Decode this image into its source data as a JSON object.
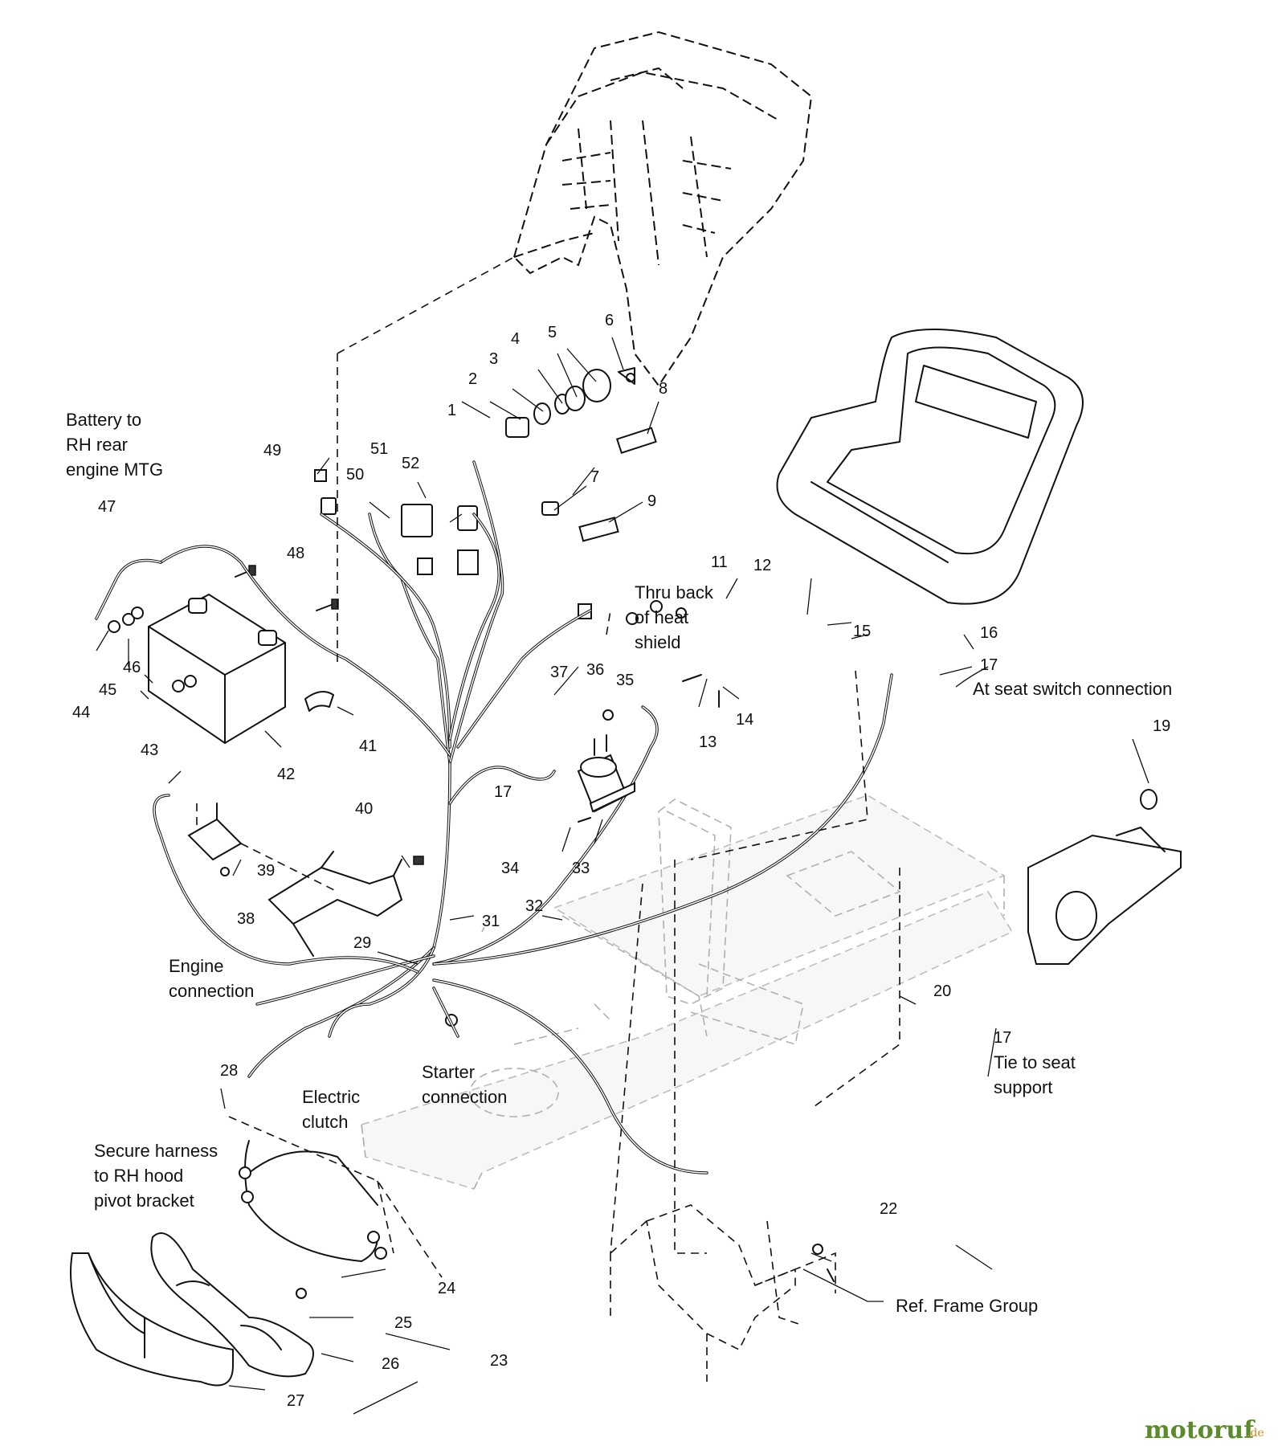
{
  "callouts": {
    "c1": "1",
    "c2": "2",
    "c3": "3",
    "c4": "4",
    "c5": "5",
    "c6": "6",
    "c7": "7",
    "c8": "8",
    "c9": "9",
    "c11": "11",
    "c12": "12",
    "c13": "13",
    "c14": "14",
    "c15": "15",
    "c16": "16",
    "c17a": "17",
    "c17b": "17",
    "c17c": "17",
    "c19": "19",
    "c20": "20",
    "c22": "22",
    "c23": "23",
    "c24": "24",
    "c25": "25",
    "c26": "26",
    "c27": "27",
    "c28": "28",
    "c29": "29",
    "c31": "31",
    "c32": "32",
    "c33": "33",
    "c34": "34",
    "c35": "35",
    "c36": "36",
    "c37": "37",
    "c38": "38",
    "c39": "39",
    "c40": "40",
    "c41": "41",
    "c42": "42",
    "c43": "43",
    "c44": "44",
    "c45": "45",
    "c46": "46",
    "c47": "47",
    "c48": "48",
    "c49": "49",
    "c50": "50",
    "c51": "51",
    "c52": "52"
  },
  "notes": {
    "battery": [
      "Battery to",
      "RH rear",
      "engine MTG"
    ],
    "heat_shield": [
      "Thru back",
      "of heat",
      "shield"
    ],
    "seat_switch": "At seat switch connection",
    "seat_support": [
      "Tie to seat",
      "support"
    ],
    "engine": [
      "Engine",
      "connection"
    ],
    "starter": [
      "Starter",
      "connection"
    ],
    "clutch": [
      "Electric",
      "clutch"
    ],
    "hood": [
      "Secure harness",
      "to RH hood",
      "pivot bracket"
    ],
    "frame": "Ref. Frame Group"
  },
  "watermark": {
    "brand": "motoruf",
    "suffix": ".de"
  },
  "colors": {
    "line": "#111111",
    "ghost": "#b0b0b0",
    "brand_green": "#5a8a2a",
    "brand_orange": "#d08a1a"
  }
}
